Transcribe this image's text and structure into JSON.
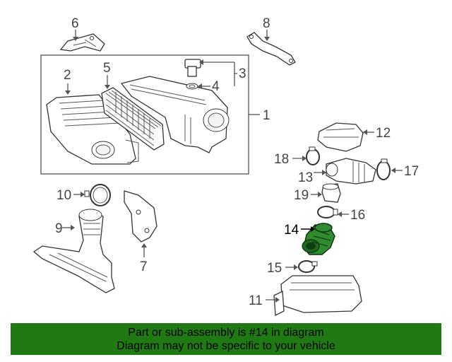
{
  "callouts": {
    "c1": "1",
    "c2": "2",
    "c3": "3",
    "c4": "4",
    "c5": "5",
    "c6": "6",
    "c7": "7",
    "c8": "8",
    "c9": "9",
    "c10": "10",
    "c11": "11",
    "c12": "12",
    "c13": "13",
    "c14": "14",
    "c15": "15",
    "c16": "16",
    "c17": "17",
    "c18": "18",
    "c19": "19"
  },
  "highlight": {
    "part_number": "14",
    "color": "#2e8b2e"
  },
  "banner": {
    "line1": "Part or sub-assembly is #14 in diagram",
    "line2": "Diagram may not be specific to your vehicle",
    "background": "#1f7a14"
  }
}
